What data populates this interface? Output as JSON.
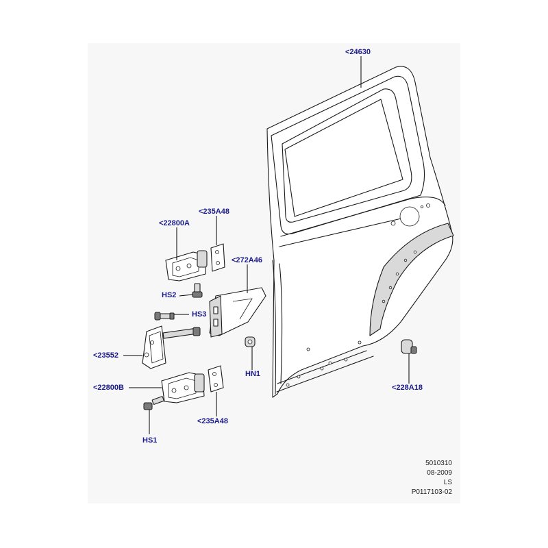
{
  "callouts": {
    "door_shell": "<24630",
    "hinge_upper": "<22800A",
    "shim_upper": "<235A48",
    "seal": "<272A46",
    "bolt_hs2": "HS2",
    "bolt_hs3": "HS3",
    "check_strap": "<23552",
    "hinge_lower": "<22800B",
    "shim_lower": "<235A48",
    "bolt_hs1": "HS1",
    "nut_hn1": "HN1",
    "bumper": "<228A18"
  },
  "footer": {
    "line1": "5010310",
    "line2": "08-2009",
    "line3": "LS",
    "line4": "P0117103-02"
  },
  "colors": {
    "label": "#1a1a8c",
    "background": "#f7f7f7"
  }
}
